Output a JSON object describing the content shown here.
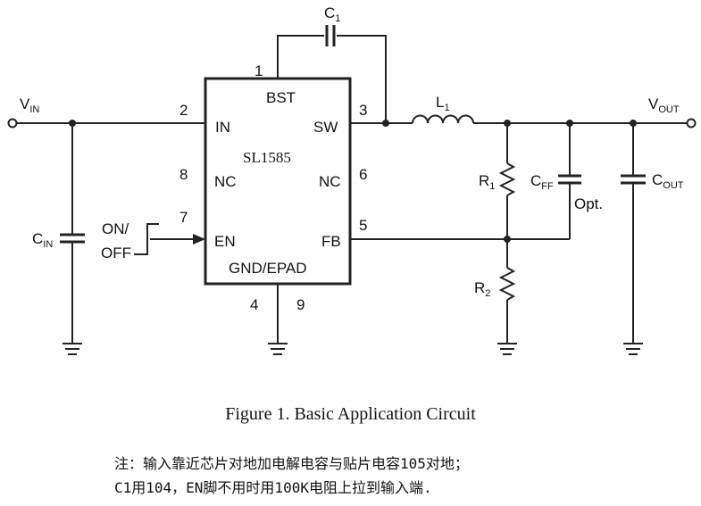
{
  "chip": {
    "part": "SL1585",
    "pins": {
      "bst": "BST",
      "in": "IN",
      "sw": "SW",
      "nc_left": "NC",
      "nc_right": "NC",
      "en": "EN",
      "fb": "FB",
      "gnd": "GND/EPAD"
    },
    "pin_numbers": {
      "bst": "1",
      "in": "2",
      "sw": "3",
      "gnd_a": "4",
      "fb": "5",
      "nc_right": "6",
      "en": "7",
      "nc_left": "8",
      "gnd_b": "9"
    }
  },
  "labels": {
    "vin": "V",
    "vin_sub": "IN",
    "vout": "V",
    "vout_sub": "OUT",
    "c1": "C",
    "c1_sub": "1",
    "l1": "L",
    "l1_sub": "1",
    "cin": "C",
    "cin_sub": "IN",
    "cout": "C",
    "cout_sub": "OUT",
    "cff": "C",
    "cff_sub": "FF",
    "opt": "Opt.",
    "r1": "R",
    "r1_sub": "1",
    "r2": "R",
    "r2_sub": "2",
    "on": "ON/",
    "off": "OFF"
  },
  "caption": "Figure 1. Basic Application Circuit",
  "note": {
    "line1": "注：输入靠近芯片对地加电解电容与贴片电容105对地；",
    "line2": "C1用104，EN脚不用时用100K电阻上拉到输入端."
  }
}
